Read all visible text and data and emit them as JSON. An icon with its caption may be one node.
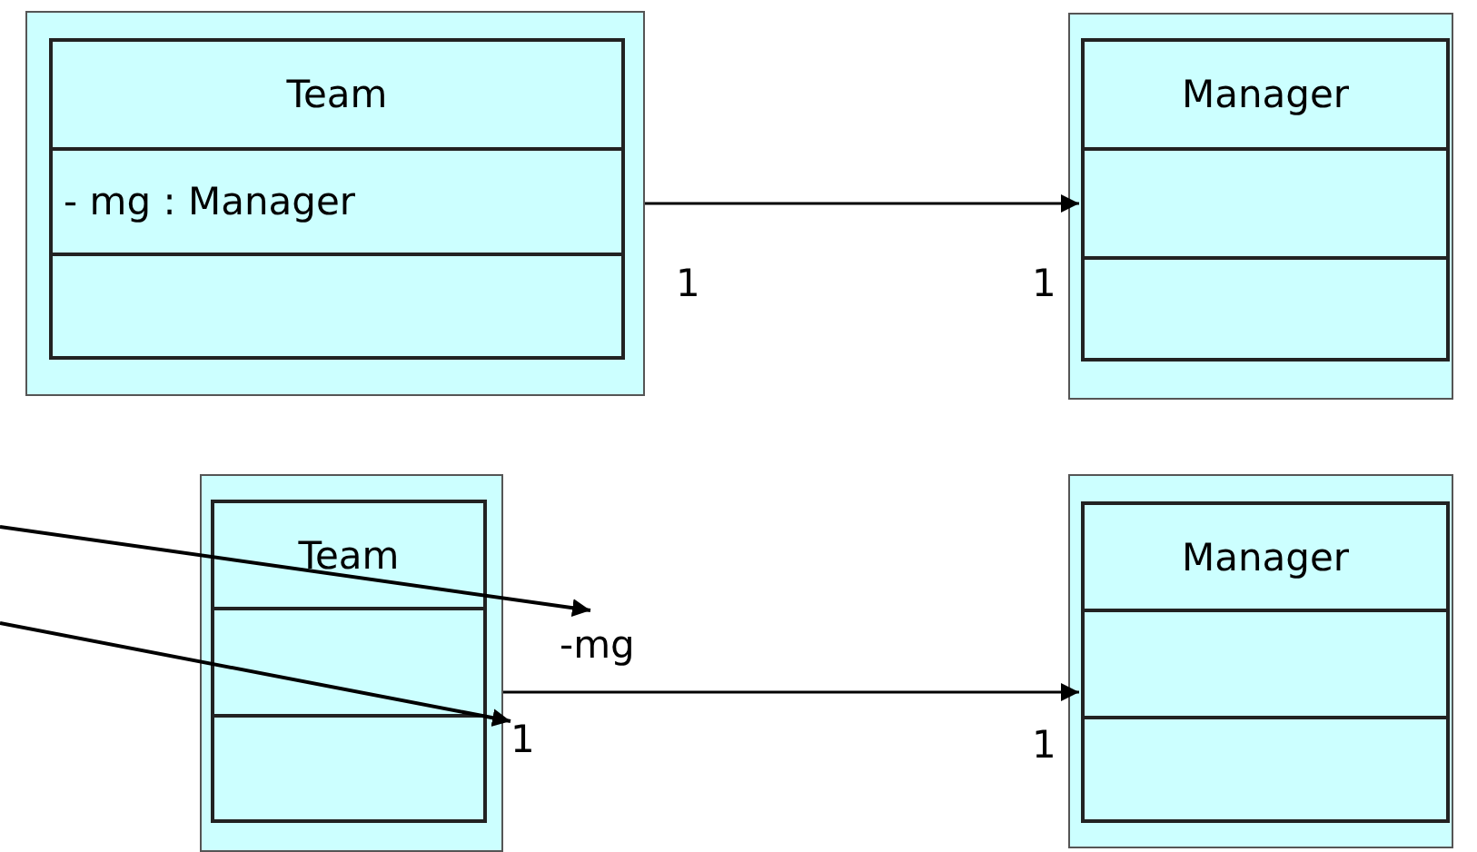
{
  "diagram": {
    "nodes": [
      {
        "text": [
          "Team",
          "- mg : Manager"
        ]
      },
      {
        "text": [
          "Manager"
        ]
      },
      {
        "text": [
          "Team"
        ]
      },
      {
        "text": [
          "Manager"
        ]
      },
      {
        "text": [
          "-mg"
        ]
      },
      {
        "text": [
          "1"
        ]
      }
    ],
    "edges": [
      {
        "from": 0,
        "to": 1,
        "arrow": "to"
      },
      {
        "from": 2,
        "to": 3,
        "arrow": "to"
      },
      {
        "from": null,
        "to": 4,
        "arrow": "to"
      },
      {
        "from": null,
        "to": 5,
        "arrow": "to"
      }
    ],
    "labels": [
      "1",
      "1",
      "1"
    ]
  }
}
